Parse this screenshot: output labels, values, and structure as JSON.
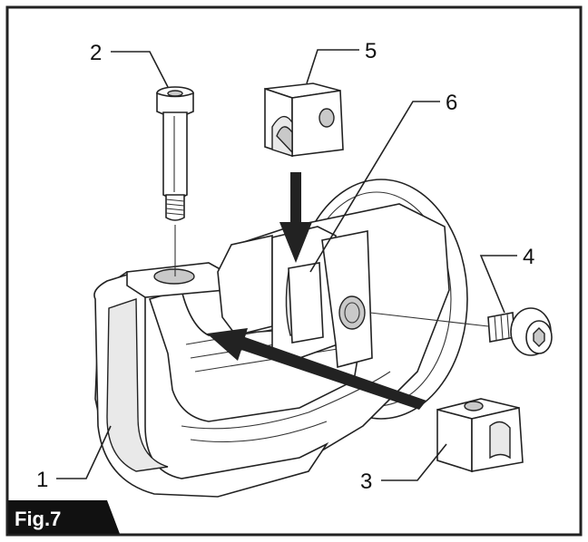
{
  "figure": {
    "label": "Fig.7",
    "callouts": [
      "1",
      "2",
      "3",
      "4",
      "5",
      "6"
    ]
  }
}
